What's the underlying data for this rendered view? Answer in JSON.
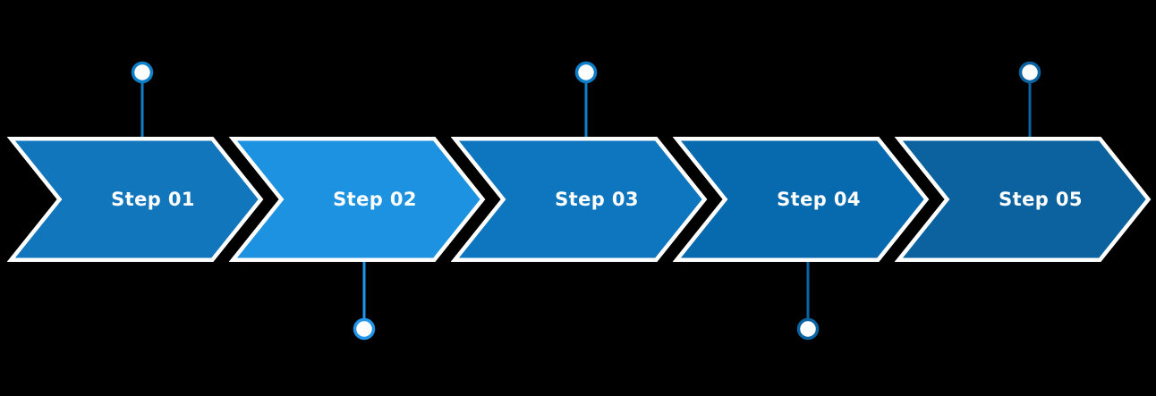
{
  "diagram": {
    "title": "Five Step Process Chevron Flow",
    "type": "process-flow-chevron",
    "background_color": "#000000",
    "outline_color": "#ffffff",
    "label_color": "#ffffff",
    "step_count": 5,
    "orientation": "horizontal-left-to-right"
  },
  "steps": [
    {
      "id": "step-01",
      "label": "Step 01",
      "fill_color": "#1276BC",
      "connector": {
        "direction": "up",
        "line_color": "#0D7FC8",
        "dot_fill": "#ffffff",
        "dot_ring_color": "#0D7FC8"
      }
    },
    {
      "id": "step-02",
      "label": "Step 02",
      "fill_color": "#1C92E0",
      "connector": {
        "direction": "down",
        "line_color": "#2196E8",
        "dot_fill": "#ffffff",
        "dot_ring_color": "#2196E8"
      }
    },
    {
      "id": "step-03",
      "label": "Step 03",
      "fill_color": "#0E76BF",
      "connector": {
        "direction": "up",
        "line_color": "#0D7FC8",
        "dot_fill": "#ffffff",
        "dot_ring_color": "#0D7FC8"
      }
    },
    {
      "id": "step-04",
      "label": "Step 04",
      "fill_color": "#0769AE",
      "connector": {
        "direction": "down",
        "line_color": "#0A62A0",
        "dot_fill": "#ffffff",
        "dot_ring_color": "#0A62A0"
      }
    },
    {
      "id": "step-05",
      "label": "Step 05",
      "fill_color": "#0B629E",
      "connector": {
        "direction": "up",
        "line_color": "#0A62A0",
        "dot_fill": "#ffffff",
        "dot_ring_color": "#0A62A0"
      }
    }
  ]
}
